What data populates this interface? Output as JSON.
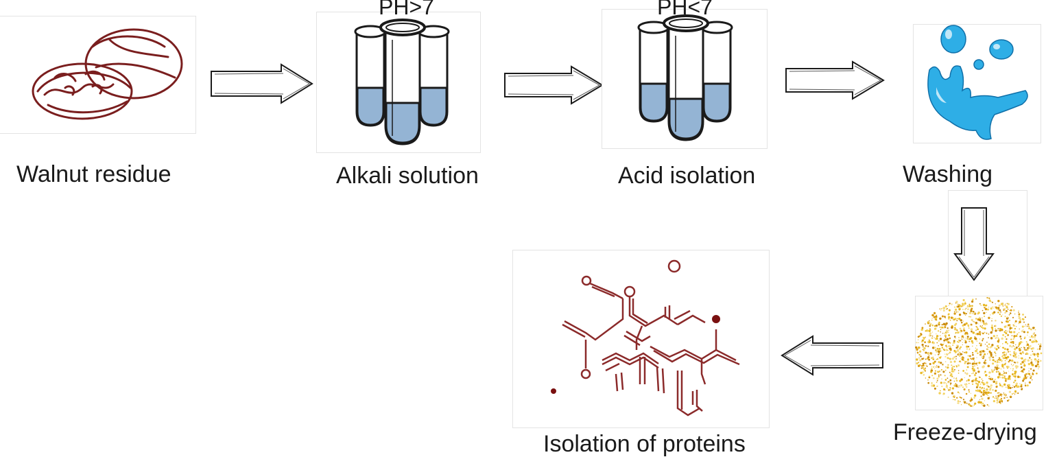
{
  "steps": [
    {
      "label": "Walnut residue"
    },
    {
      "label": "Alkali solution",
      "condition": "PH>7"
    },
    {
      "label": "Acid isolation",
      "condition": "PH<7"
    },
    {
      "label": "Washing"
    },
    {
      "label": "Freeze-drying"
    },
    {
      "label": "Isolation of proteins"
    }
  ],
  "colors": {
    "walnut": "#7a1e1e",
    "liquid": "#94b4d4",
    "water": "#2eaee6",
    "powder": "#e8b923",
    "molecule": "#8b2a2a",
    "arrow": "#1a1a1a"
  },
  "icons": [
    "walnut-icon",
    "test-tubes-icon",
    "water-splash-icon",
    "powder-icon",
    "molecule-icon",
    "arrow-right-icon",
    "arrow-down-icon",
    "arrow-left-icon"
  ]
}
